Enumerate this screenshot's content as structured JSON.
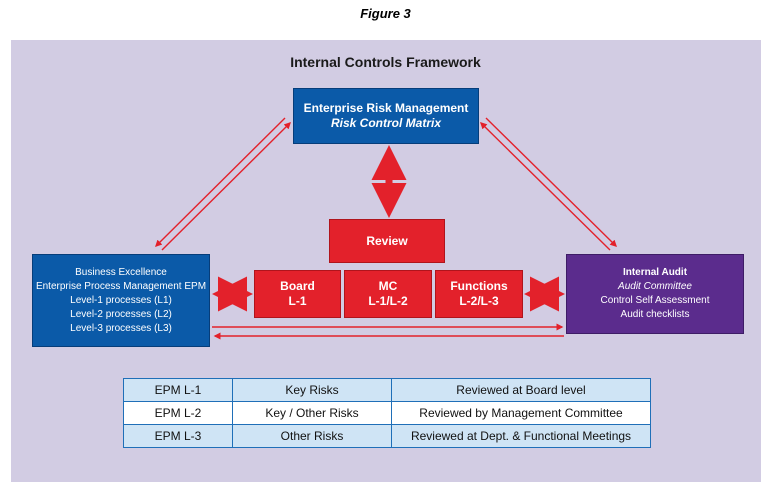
{
  "figure_caption": "Figure 3",
  "title": "Internal Controls Framework",
  "erm": {
    "line1": "Enterprise Risk Management",
    "line2": "Risk Control Matrix"
  },
  "business_excellence": {
    "lines": [
      "Business Excellence",
      "Enterprise Process Management EPM",
      "Level-1 processes (L1)",
      "Level-2 processes (L2)",
      "Level-3 processes (L3)"
    ]
  },
  "internal_audit": {
    "line1": "Internal Audit",
    "line2": "Audit Committee",
    "line3": "Control Self Assessment",
    "line4": "Audit checklists"
  },
  "review": "Review",
  "board": {
    "line1": "Board",
    "line2": "L-1"
  },
  "mc": {
    "line1": "MC",
    "line2": "L-1/L-2"
  },
  "functions": {
    "line1": "Functions",
    "line2": "L-2/L-3"
  },
  "legend_rows": [
    {
      "level": "EPM L-1",
      "risks": "Key Risks",
      "review": "Reviewed at Board level"
    },
    {
      "level": "EPM L-2",
      "risks": "Key / Other Risks",
      "review": "Reviewed by Management Committee"
    },
    {
      "level": "EPM L-3",
      "risks": "Other Risks",
      "review": "Reviewed at Dept. &  Functional Meetings"
    }
  ],
  "colors": {
    "panel": "#d2cce3",
    "blue_box": "#0b5aa8",
    "purple_box": "#5b2c8d",
    "red_box": "#e3212b",
    "arrow": "#e3212b"
  }
}
